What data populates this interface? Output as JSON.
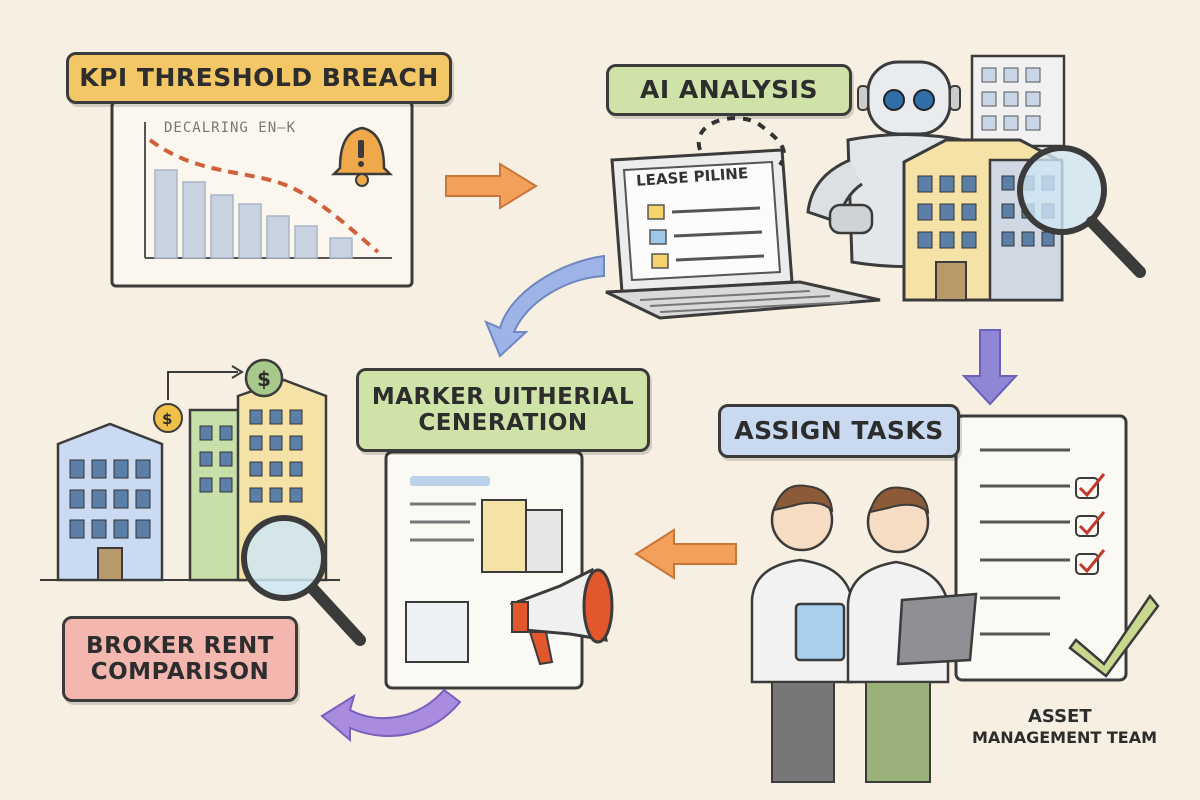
{
  "steps": {
    "kpi": {
      "label": "KPI THRESHOLD BREACH",
      "color": "#f4c766"
    },
    "ai": {
      "label": "AI ANALYSIS",
      "color": "#cfe3a8"
    },
    "marker": {
      "line1": "MARKER UITHERIAL",
      "line2": "CENERATION",
      "color": "#cfe3a8"
    },
    "assign": {
      "label": "ASSIGN TASKS",
      "color": "#c9d9f0"
    },
    "broker": {
      "line1": "BROKER RENT",
      "line2": "COMPARISON",
      "color": "#f3b7b0"
    }
  },
  "team": {
    "line1": "ASSET",
    "line2": "MANAGEMENT TEAM"
  },
  "chart_annotation": "DECALRING EN—K",
  "laptop_screen_title": "LEASE PILINE",
  "arrow_colors": {
    "kpi_to_ai": "#f2a05a",
    "ai_to_analysis": "#9fb4e6",
    "ai_to_assign": "#8f86d6",
    "assign_to_marker": "#f2a05a",
    "marker_to_broker": "#a98be0"
  }
}
